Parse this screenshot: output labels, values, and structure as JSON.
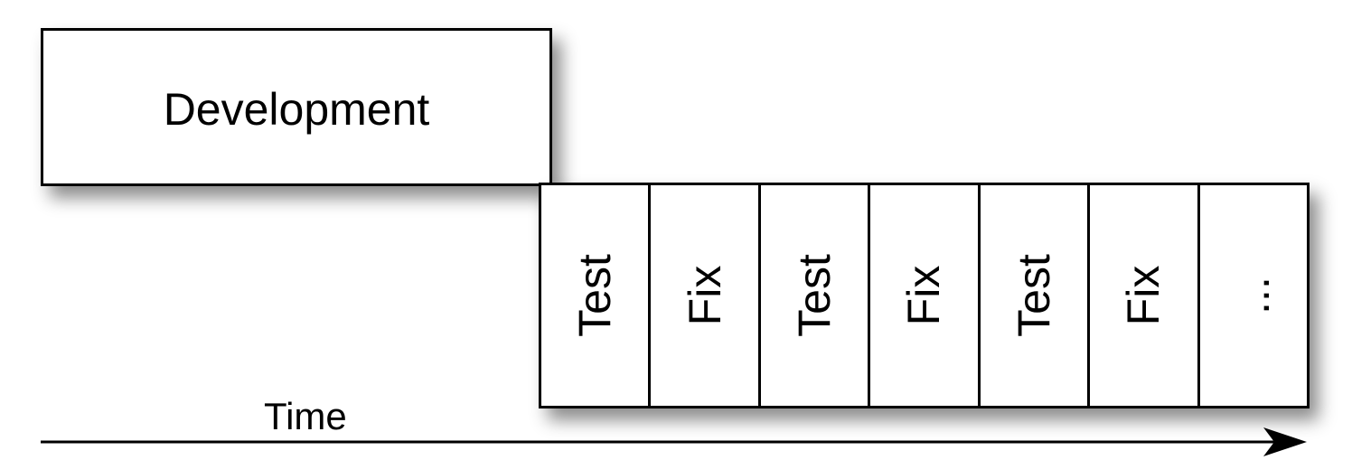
{
  "development": {
    "label": "Development"
  },
  "cycle": {
    "cells": [
      {
        "label": "Test"
      },
      {
        "label": "Fix"
      },
      {
        "label": "Test"
      },
      {
        "label": "Fix"
      },
      {
        "label": "Test"
      },
      {
        "label": "Fix"
      },
      {
        "label": "..."
      }
    ]
  },
  "time_axis": {
    "label": "Time"
  }
}
